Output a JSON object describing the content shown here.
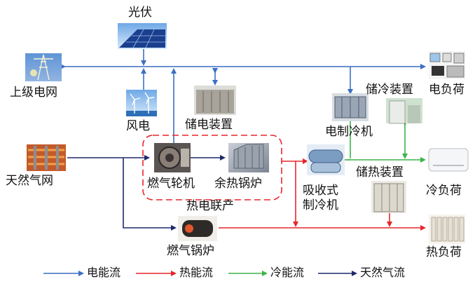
{
  "nodes": {
    "pv": "光伏",
    "grid": "上级电网",
    "wind": "风电",
    "battery": "储电装置",
    "gas_grid": "天然气网",
    "gas_turbine": "燃气轮机",
    "waste_heat_boiler": "余热锅炉",
    "chp_group": "热电联产",
    "absorption_chiller": "吸收式\n制冷机",
    "electric_chiller": "电制冷机",
    "cold_storage": "储冷装置",
    "electric_load": "电负荷",
    "heat_storage": "储热装置",
    "cooling_load": "冷负荷",
    "gas_boiler": "燃气锅炉",
    "heat_load": "热负荷"
  },
  "legend": {
    "electric": "电能流",
    "heat": "热能流",
    "cold": "冷能流",
    "gas": "天然气流"
  },
  "colors": {
    "electric": "#3a6fc4",
    "heat": "#e8262b",
    "cold": "#3cb44b",
    "gas": "#1f2a6b",
    "chp_border": "#e8262b"
  }
}
